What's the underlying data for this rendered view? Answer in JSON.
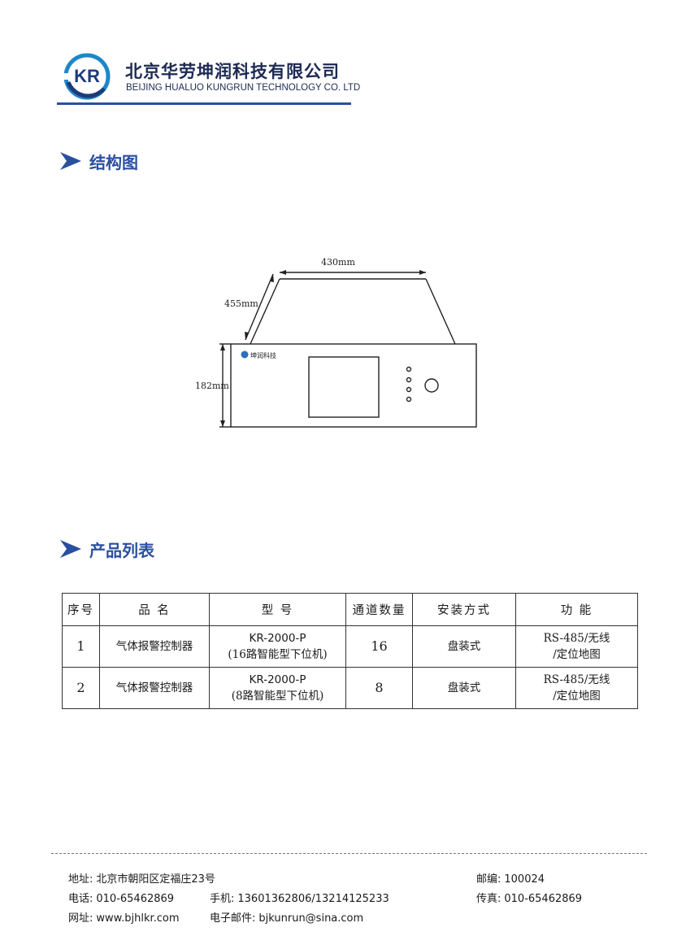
{
  "header": {
    "company_cn": "北京华劳坤润科技有限公司",
    "company_en": "BEIJING HUALUO KUNGRUN TECHNOLOGY CO. LTD",
    "logo_text": "KR",
    "brand_color": "#2a4fa0"
  },
  "sections": {
    "structure_title": "结构图",
    "products_title": "产品列表"
  },
  "diagram": {
    "width_label": "430mm",
    "depth_label": "455mm",
    "height_label": "182mm",
    "panel_brand": "坤润科技"
  },
  "table": {
    "headers": [
      "序号",
      "品 名",
      "型 号",
      "通道数量",
      "安装方式",
      "功 能"
    ],
    "rows": [
      {
        "index": "1",
        "name": "气体报警控制器",
        "model_line1": "KR-2000-P",
        "model_line2": "(16路智能型下位机)",
        "channels": "16",
        "install": "盘装式",
        "function_line1": "RS-485/无线",
        "function_line2": "/定位地图"
      },
      {
        "index": "2",
        "name": "气体报警控制器",
        "model_line1": "KR-2000-P",
        "model_line2": "(8路智能型下位机)",
        "channels": "8",
        "install": "盘装式",
        "function_line1": "RS-485/无线",
        "function_line2": "/定位地图"
      }
    ]
  },
  "footer": {
    "address_label": "地址:",
    "address": "北京市朝阳区定福庄23号",
    "postcode_label": "邮编:",
    "postcode": "100024",
    "phone_label": "电话:",
    "phone": "010-65462869",
    "mobile_label": "手机:",
    "mobile": "13601362806/13214125233",
    "fax_label": "传真:",
    "fax": "010-65462869",
    "website_label": "网址:",
    "website": "www.bjhlkr.com",
    "email_label": "电子邮件:",
    "email": "bjkunrun@sina.com"
  }
}
